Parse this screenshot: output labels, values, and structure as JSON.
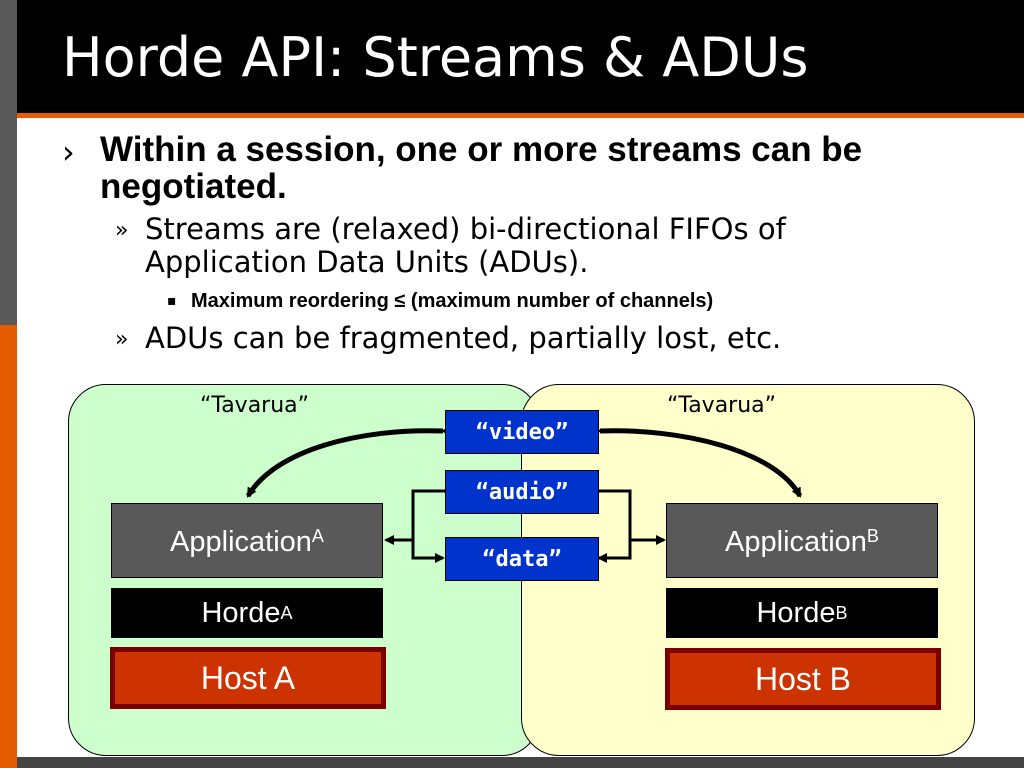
{
  "slide": {
    "title": "Horde API: Streams & ADUs"
  },
  "bullets": {
    "level1_mark": "›",
    "level1": "Within a session, one or more streams can be negotiated.",
    "level2_mark": "»",
    "level2_a": "Streams are (relaxed) bi-directional FIFOs of Application Data Units (ADUs).",
    "level3_mark": "▪",
    "level3": "Maximum reordering ≤ (maximum number of channels)",
    "level2_b": "ADUs can be fragmented, partially lost, etc."
  },
  "diagram": {
    "panel_a_title": "“Tavarua”",
    "panel_b_title": "“Tavarua”",
    "streams": {
      "video": "“video”",
      "audio": "“audio”",
      "data": "“data”"
    },
    "app_a": "Application",
    "app_a_sub": "A",
    "app_b": "Application",
    "app_b_sub": "B",
    "horde_a": "Horde",
    "horde_a_sub": "A",
    "horde_b": "Horde",
    "horde_b_sub": "B",
    "host_a": "Host A",
    "host_b": "Host B"
  },
  "colors": {
    "accent": "#E65C00",
    "panel_a": "#CCFFCC",
    "panel_b": "#FFFFCC",
    "stream": "#0033CC",
    "host": "#CC3300"
  }
}
